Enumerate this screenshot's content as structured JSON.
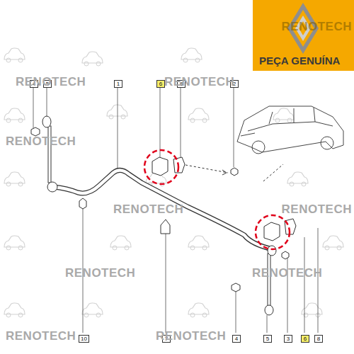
{
  "diagram": {
    "labels": [
      "PEÇA GENUÍNA",
      "4",
      "5",
      "1",
      "6",
      "8",
      "2",
      "10",
      "7",
      "4",
      "5",
      "3",
      "6",
      "8",
      "RENOTECH",
      "RENOTECH",
      "RENOTECH",
      "RENOTECH",
      "RENOTECH",
      "RENOTECH",
      "RENOTECH",
      "RENOTECH",
      "RENOTECH",
      "RENOTECH"
    ]
  }
}
